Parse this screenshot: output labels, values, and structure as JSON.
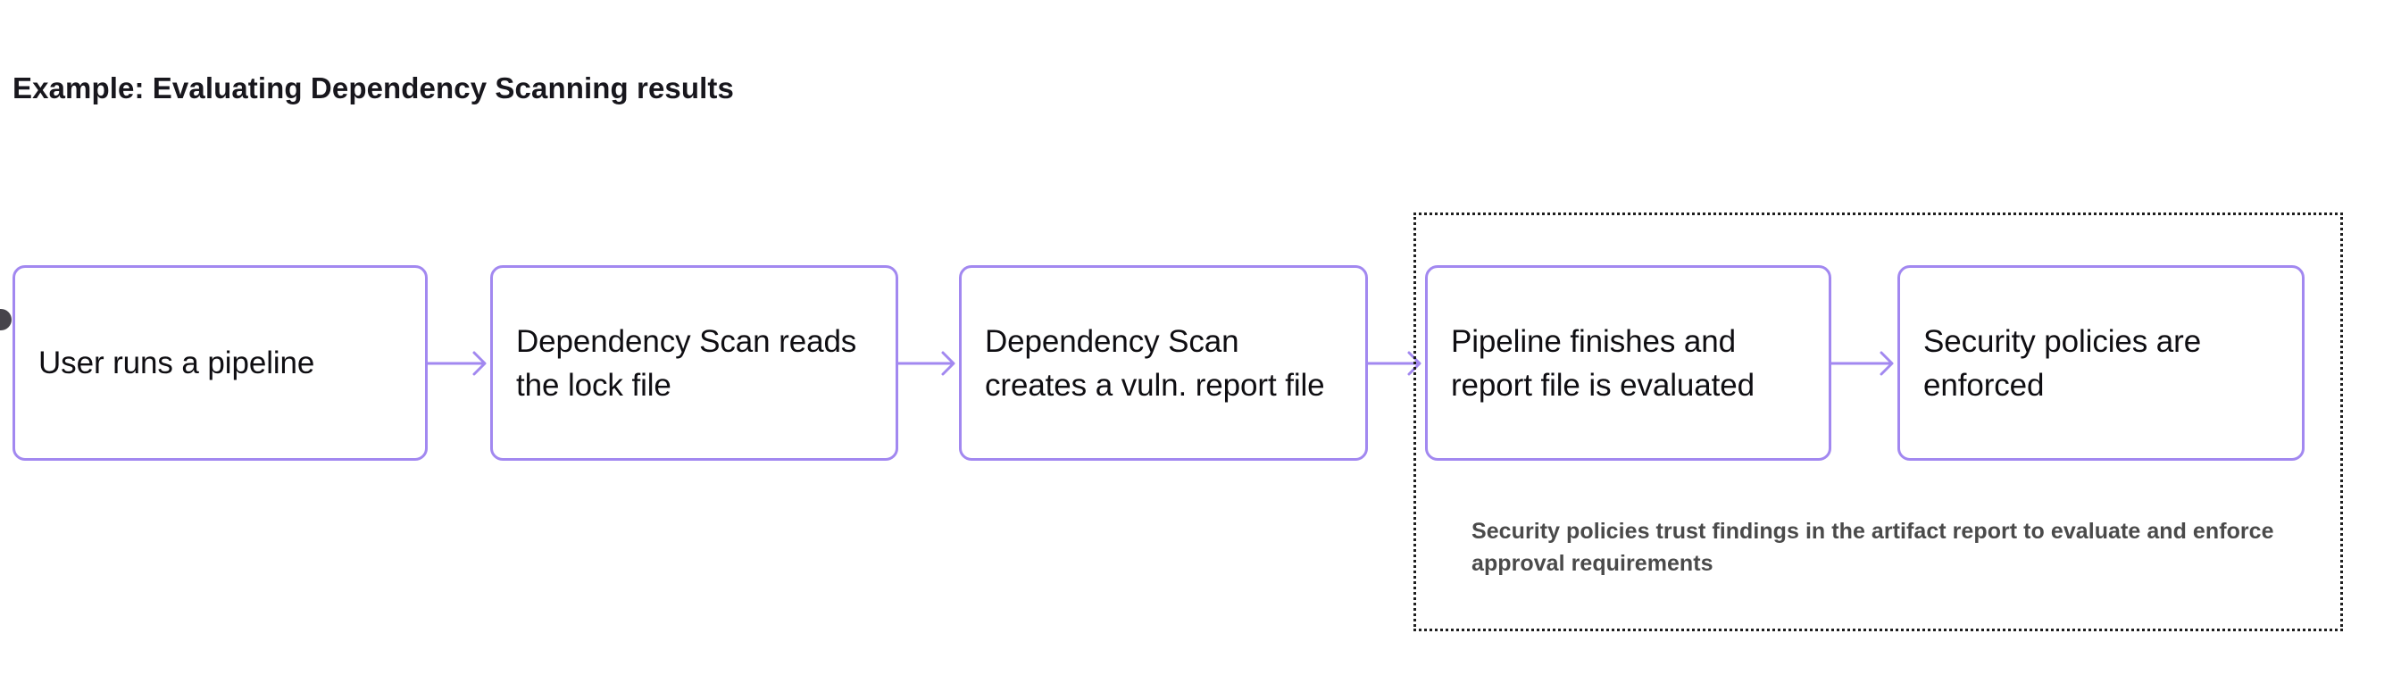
{
  "page": {
    "title": "Example: Evaluating Dependency Scanning results",
    "background_color": "#ffffff"
  },
  "theme": {
    "node_border_color": "#a288f0",
    "node_text_color": "#0f0e12",
    "arrow_color": "#a288f0",
    "group_border_color": "#1f1f1f",
    "caption_color": "#4a4a4a",
    "title_color": "#18171d",
    "handle_color": "#46444b"
  },
  "diagram": {
    "type": "flowchart",
    "direction": "left-to-right",
    "nodes": [
      {
        "id": "node-1",
        "label": "User runs a pipeline"
      },
      {
        "id": "node-2",
        "label": "Dependency Scan reads the lock file"
      },
      {
        "id": "node-3",
        "label": "Dependency Scan creates a vuln. report file"
      },
      {
        "id": "node-4",
        "label": "Pipeline finishes and report file is evaluated"
      },
      {
        "id": "node-5",
        "label": "Security policies are enforced"
      }
    ],
    "connectors": [
      {
        "id": "conn-1",
        "from": "node-1",
        "to": "node-2",
        "glyph": "arrow-right"
      },
      {
        "id": "conn-2",
        "from": "node-2",
        "to": "node-3",
        "glyph": "arrow-right"
      },
      {
        "id": "conn-3",
        "from": "node-3",
        "to": "node-4",
        "glyph": "arrow-right"
      },
      {
        "id": "conn-4",
        "from": "node-4",
        "to": "node-5",
        "glyph": "arrow-right"
      }
    ],
    "group": {
      "id": "policy-evaluation-group",
      "border_style": "dotted",
      "contains": [
        "node-4",
        "node-5"
      ],
      "caption": "Security policies trust findings in the artifact report to evaluate and enforce approval requirements"
    }
  }
}
